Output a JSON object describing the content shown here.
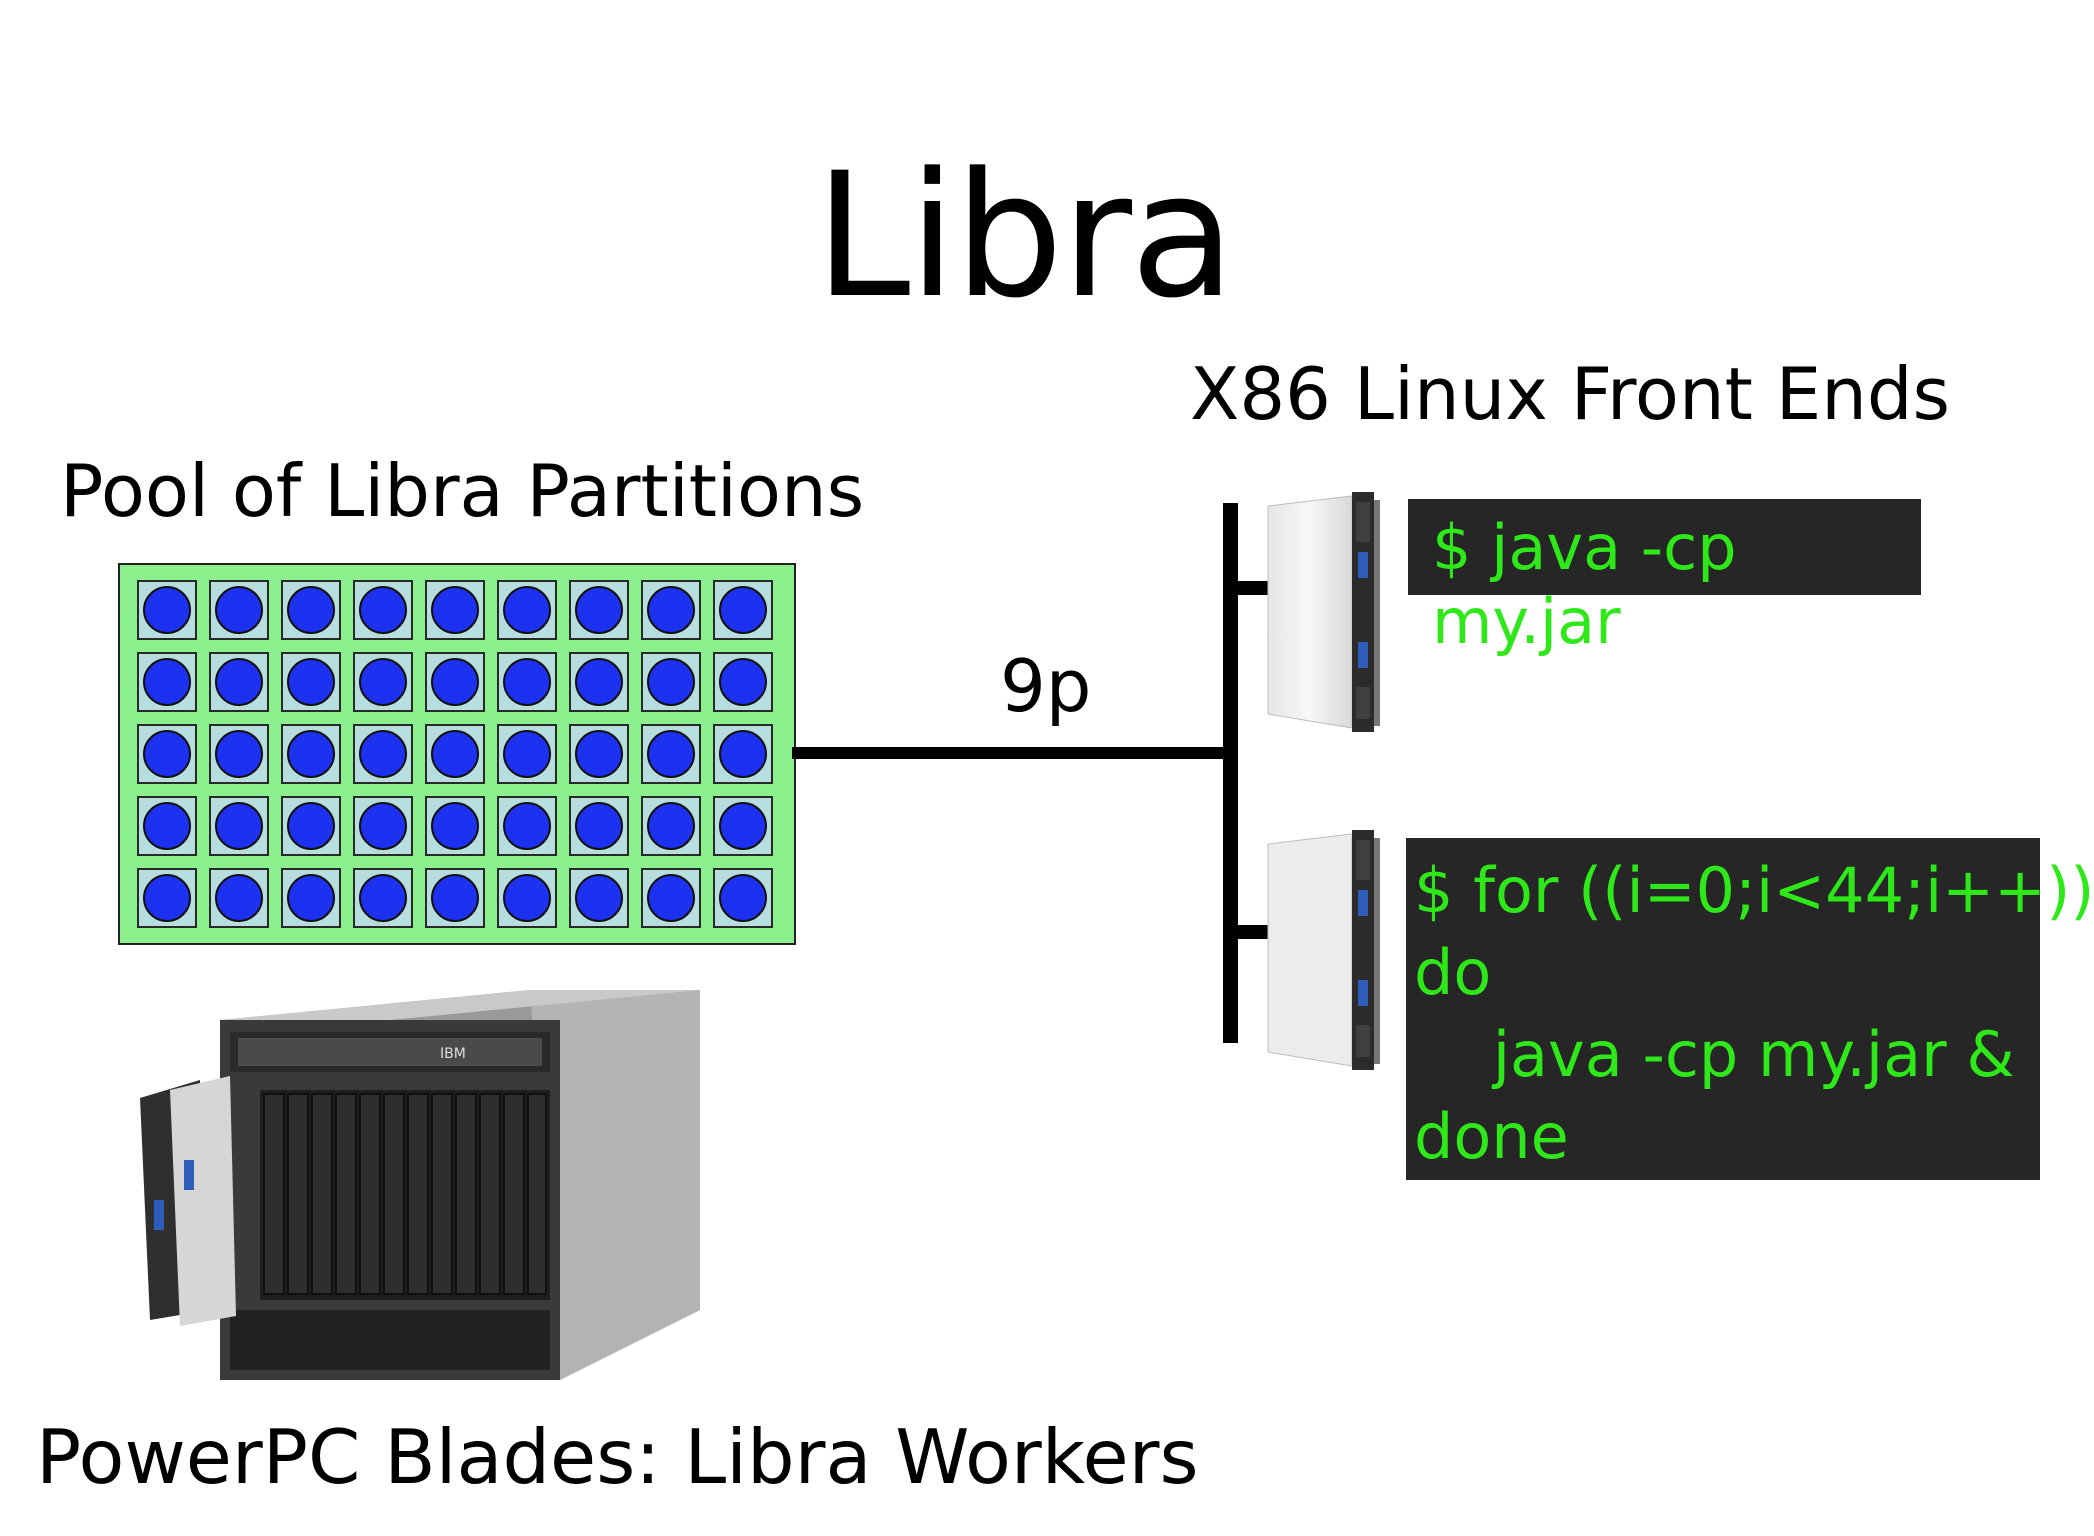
{
  "title": "Libra",
  "pool_label": "Pool of Libra Partitions",
  "frontends_label": "X86 Linux Front Ends",
  "link_label": "9p",
  "workers_label": "PowerPC Blades: Libra Workers",
  "pool_grid": {
    "rows": 5,
    "cols": 9
  },
  "terminal_1": {
    "lines": [
      "$ java -cp my.jar"
    ]
  },
  "terminal_2": {
    "lines": [
      "$ for ((i=0;i<44;i++))",
      "do",
      "    java -cp my.jar &",
      "done"
    ]
  },
  "colors": {
    "pool_background": "#8cf08c",
    "cell_background": "#b6dede",
    "dot": "#1c32f0",
    "terminal_background": "#262626",
    "terminal_text": "#2ee81a"
  },
  "icons": {
    "front_end_server": "blade-server-icon",
    "worker_chassis": "blade-chassis-icon",
    "chassis_brand": "IBM"
  }
}
